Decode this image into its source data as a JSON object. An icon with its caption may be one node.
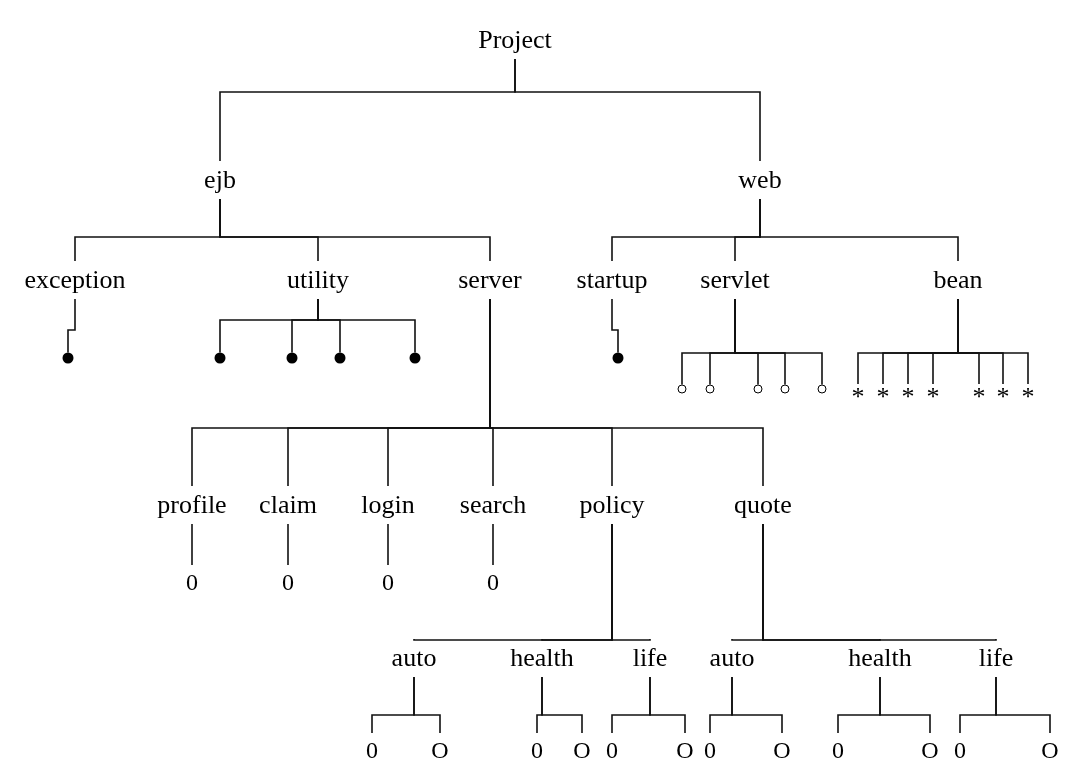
{
  "diagram": {
    "nodes": [
      {
        "text": [
          "Project"
        ]
      },
      {
        "text": [
          "ejb"
        ]
      },
      {
        "text": [
          "web"
        ]
      },
      {
        "text": [
          "exception"
        ]
      },
      {
        "text": [
          "utility"
        ]
      },
      {
        "text": [
          "server"
        ]
      },
      {
        "text": [
          "startup"
        ]
      },
      {
        "text": [
          "servlet"
        ]
      },
      {
        "text": [
          "bean"
        ]
      },
      {
        "text": [],
        "shape": "dot"
      },
      {
        "text": [],
        "shape": "dot"
      },
      {
        "text": [],
        "shape": "dot"
      },
      {
        "text": [],
        "shape": "dot"
      },
      {
        "text": [],
        "shape": "dot"
      },
      {
        "text": [],
        "shape": "dot"
      },
      {
        "text": [],
        "shape": "circle"
      },
      {
        "text": [],
        "shape": "circle"
      },
      {
        "text": [],
        "shape": "circle"
      },
      {
        "text": [],
        "shape": "circle"
      },
      {
        "text": [],
        "shape": "circle"
      },
      {
        "text": [
          "*"
        ]
      },
      {
        "text": [
          "*"
        ]
      },
      {
        "text": [
          "*"
        ]
      },
      {
        "text": [
          "*"
        ]
      },
      {
        "text": [
          "*"
        ]
      },
      {
        "text": [
          "*"
        ]
      },
      {
        "text": [
          "*"
        ]
      },
      {
        "text": [
          "profile"
        ]
      },
      {
        "text": [
          "claim"
        ]
      },
      {
        "text": [
          "login"
        ]
      },
      {
        "text": [
          "search"
        ]
      },
      {
        "text": [
          "policy"
        ]
      },
      {
        "text": [
          "quote"
        ]
      },
      {
        "text": [
          "0"
        ]
      },
      {
        "text": [
          "0"
        ]
      },
      {
        "text": [
          "0"
        ]
      },
      {
        "text": [
          "0"
        ]
      },
      {
        "text": [
          "auto"
        ]
      },
      {
        "text": [
          "health"
        ]
      },
      {
        "text": [
          "life"
        ]
      },
      {
        "text": [
          "auto"
        ]
      },
      {
        "text": [
          "health"
        ]
      },
      {
        "text": [
          "life"
        ]
      },
      {
        "text": [
          "0"
        ]
      },
      {
        "text": [
          "O"
        ]
      },
      {
        "text": [
          "0"
        ]
      },
      {
        "text": [
          "O"
        ]
      },
      {
        "text": [
          "0"
        ]
      },
      {
        "text": [
          "O"
        ]
      },
      {
        "text": [
          "0"
        ]
      },
      {
        "text": [
          "O"
        ]
      },
      {
        "text": [
          "0"
        ]
      },
      {
        "text": [
          "O"
        ]
      },
      {
        "text": [
          "0"
        ]
      },
      {
        "text": [
          "O"
        ]
      }
    ],
    "edges": [
      {
        "from": 0,
        "to": 1,
        "arrow": "none"
      },
      {
        "from": 0,
        "to": 2,
        "arrow": "none"
      },
      {
        "from": 1,
        "to": 3,
        "arrow": "none"
      },
      {
        "from": 1,
        "to": 4,
        "arrow": "none"
      },
      {
        "from": 1,
        "to": 5,
        "arrow": "none"
      },
      {
        "from": 2,
        "to": 6,
        "arrow": "none"
      },
      {
        "from": 2,
        "to": 7,
        "arrow": "none"
      },
      {
        "from": 2,
        "to": 8,
        "arrow": "none"
      },
      {
        "from": 3,
        "to": 9,
        "arrow": "none"
      },
      {
        "from": 4,
        "to": 10,
        "arrow": "none"
      },
      {
        "from": 4,
        "to": 11,
        "arrow": "none"
      },
      {
        "from": 4,
        "to": 12,
        "arrow": "none"
      },
      {
        "from": 4,
        "to": 13,
        "arrow": "none"
      },
      {
        "from": 6,
        "to": 14,
        "arrow": "none"
      },
      {
        "from": 7,
        "to": 15,
        "arrow": "none"
      },
      {
        "from": 7,
        "to": 16,
        "arrow": "none"
      },
      {
        "from": 7,
        "to": 17,
        "arrow": "none"
      },
      {
        "from": 7,
        "to": 18,
        "arrow": "none"
      },
      {
        "from": 7,
        "to": 19,
        "arrow": "none"
      },
      {
        "from": 8,
        "to": 20,
        "arrow": "none"
      },
      {
        "from": 8,
        "to": 21,
        "arrow": "none"
      },
      {
        "from": 8,
        "to": 22,
        "arrow": "none"
      },
      {
        "from": 8,
        "to": 23,
        "arrow": "none"
      },
      {
        "from": 8,
        "to": 24,
        "arrow": "none"
      },
      {
        "from": 8,
        "to": 25,
        "arrow": "none"
      },
      {
        "from": 8,
        "to": 26,
        "arrow": "none"
      },
      {
        "from": 5,
        "to": 27,
        "arrow": "none"
      },
      {
        "from": 5,
        "to": 28,
        "arrow": "none"
      },
      {
        "from": 5,
        "to": 29,
        "arrow": "none"
      },
      {
        "from": 5,
        "to": 30,
        "arrow": "none"
      },
      {
        "from": 5,
        "to": 31,
        "arrow": "none"
      },
      {
        "from": 5,
        "to": 32,
        "arrow": "none"
      },
      {
        "from": 27,
        "to": 33,
        "arrow": "none"
      },
      {
        "from": 28,
        "to": 34,
        "arrow": "none"
      },
      {
        "from": 29,
        "to": 35,
        "arrow": "none"
      },
      {
        "from": 30,
        "to": 36,
        "arrow": "none"
      },
      {
        "from": 31,
        "to": 37,
        "arrow": "none"
      },
      {
        "from": 31,
        "to": 38,
        "arrow": "none"
      },
      {
        "from": 31,
        "to": 39,
        "arrow": "none"
      },
      {
        "from": 32,
        "to": 40,
        "arrow": "none"
      },
      {
        "from": 32,
        "to": 41,
        "arrow": "none"
      },
      {
        "from": 32,
        "to": 42,
        "arrow": "none"
      },
      {
        "from": 37,
        "to": 43,
        "arrow": "none"
      },
      {
        "from": 37,
        "to": 44,
        "arrow": "none"
      },
      {
        "from": 38,
        "to": 45,
        "arrow": "none"
      },
      {
        "from": 38,
        "to": 46,
        "arrow": "none"
      },
      {
        "from": 39,
        "to": 47,
        "arrow": "none"
      },
      {
        "from": 39,
        "to": 48,
        "arrow": "none"
      },
      {
        "from": 40,
        "to": 49,
        "arrow": "none"
      },
      {
        "from": 40,
        "to": 50,
        "arrow": "none"
      },
      {
        "from": 41,
        "to": 51,
        "arrow": "none"
      },
      {
        "from": 41,
        "to": 52,
        "arrow": "none"
      },
      {
        "from": 42,
        "to": 53,
        "arrow": "none"
      },
      {
        "from": 42,
        "to": 54,
        "arrow": "none"
      }
    ]
  }
}
